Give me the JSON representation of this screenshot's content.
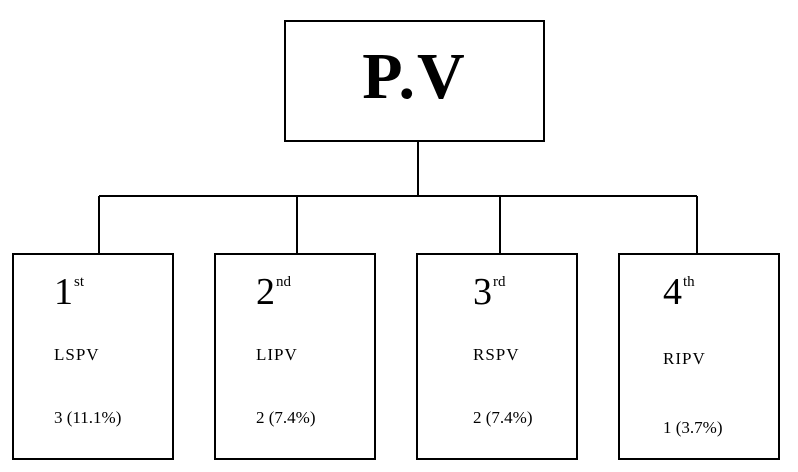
{
  "root": {
    "label": "P.V"
  },
  "children": [
    {
      "rank_num": "1",
      "rank_suffix": "st",
      "vein": "LSPV",
      "count": "3 (11.1%)"
    },
    {
      "rank_num": "2",
      "rank_suffix": "nd",
      "vein": "LIPV",
      "count": "2 (7.4%)"
    },
    {
      "rank_num": "3",
      "rank_suffix": "rd",
      "vein": "RSPV",
      "count": "2 (7.4%)"
    },
    {
      "rank_num": "4",
      "rank_suffix": "th",
      "vein": "RIPV",
      "count": "1 (3.7%)"
    }
  ]
}
